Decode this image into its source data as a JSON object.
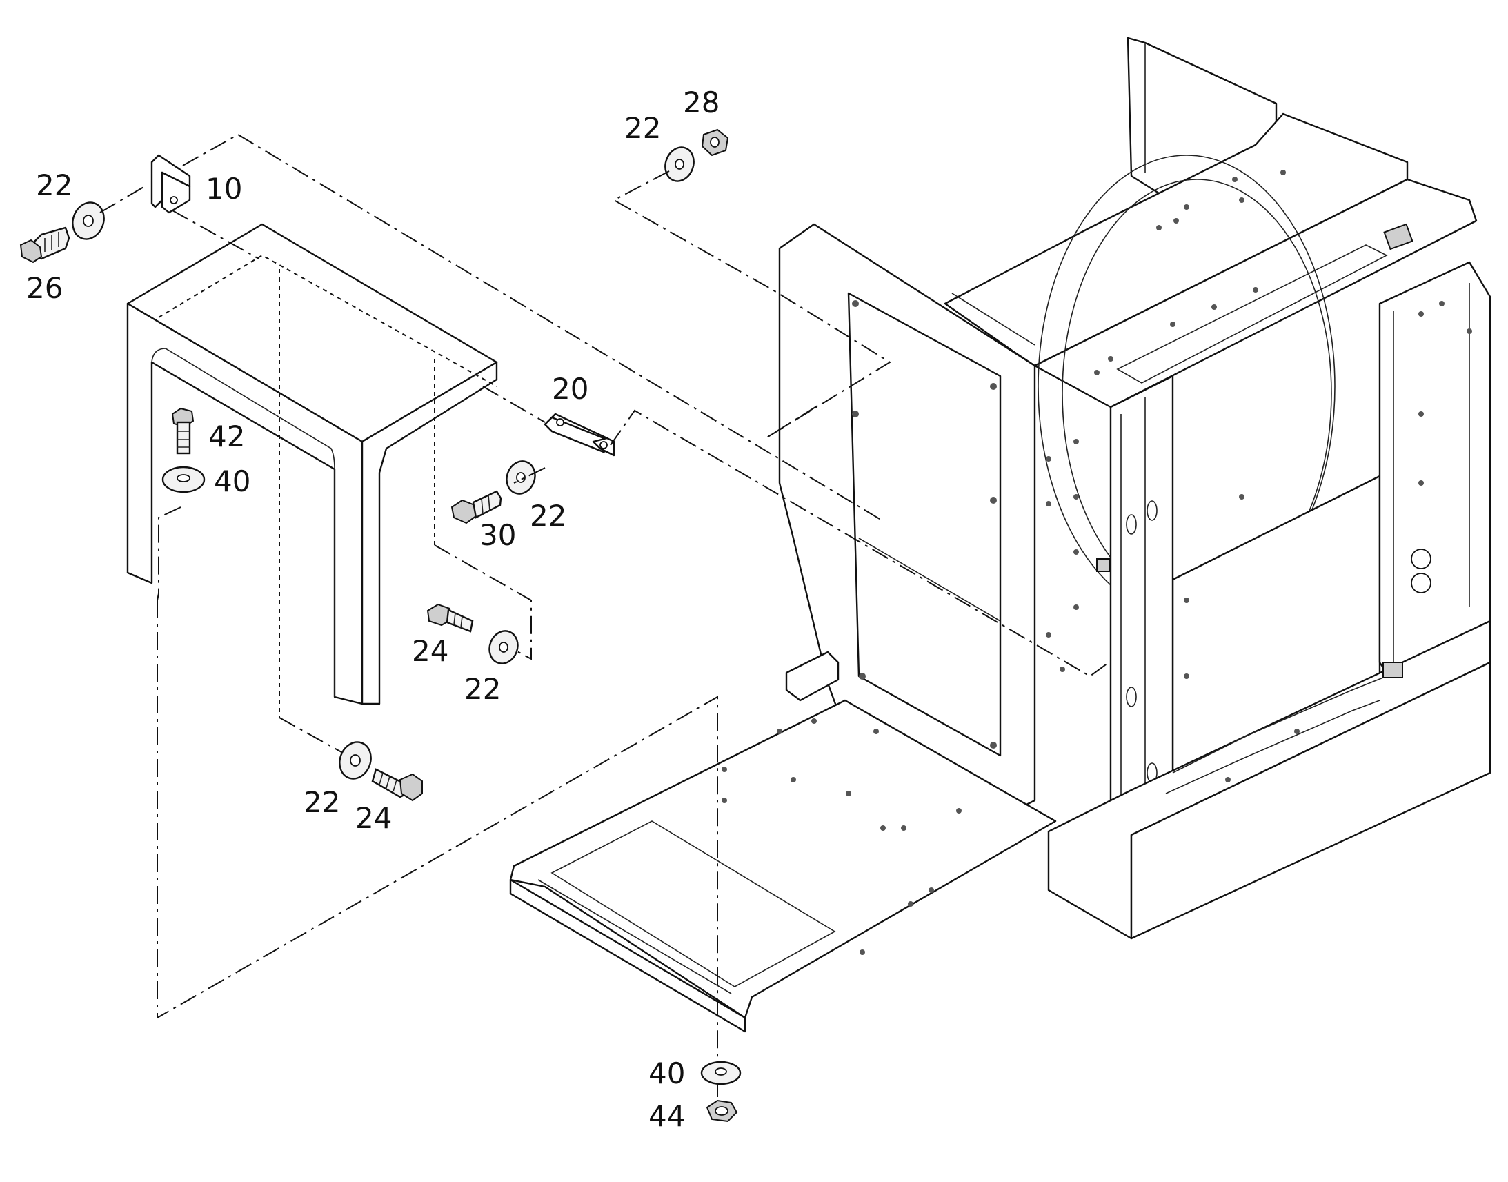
{
  "callouts": [
    {
      "id": "c28",
      "label": "28"
    },
    {
      "id": "c22a",
      "label": "22"
    },
    {
      "id": "c22b",
      "label": "22"
    },
    {
      "id": "c10",
      "label": "10"
    },
    {
      "id": "c26",
      "label": "26"
    },
    {
      "id": "c20",
      "label": "20"
    },
    {
      "id": "c42",
      "label": "42"
    },
    {
      "id": "c40a",
      "label": "40"
    },
    {
      "id": "c22c",
      "label": "22"
    },
    {
      "id": "c30",
      "label": "30"
    },
    {
      "id": "c24a",
      "label": "24"
    },
    {
      "id": "c22d",
      "label": "22"
    },
    {
      "id": "c22e",
      "label": "22"
    },
    {
      "id": "c24b",
      "label": "24"
    },
    {
      "id": "c40b",
      "label": "40"
    },
    {
      "id": "c44",
      "label": "44"
    }
  ]
}
